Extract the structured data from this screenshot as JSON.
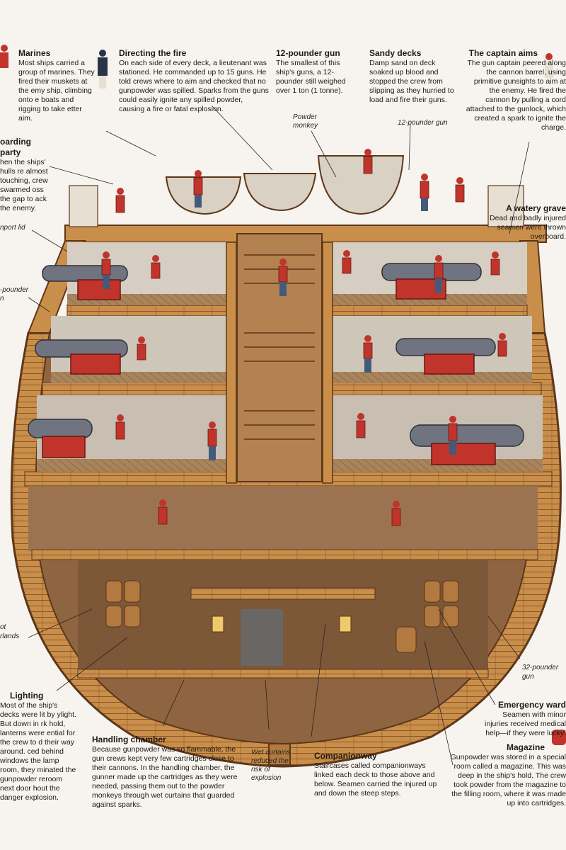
{
  "labels": {
    "marines": {
      "title": "Marines",
      "text": "Most ships carried a group of marines. They fired their muskets at the emy ship, climbing onto e boats and rigging to take etter aim."
    },
    "directing": {
      "title": "Directing the fire",
      "text": "On each side of every deck, a lieutenant was stationed. He commanded up to 15 guns. He told crews where to aim and checked that no gunpowder was spilled. Sparks from the guns could easily ignite any spilled powder, causing a fire or fatal explosion."
    },
    "twelve": {
      "title": "12-pounder gun",
      "text": "The smallest of this ship's guns, a 12-pounder still weighed over 1 ton (1 tonne)."
    },
    "sandy": {
      "title": "Sandy decks",
      "text": "Damp sand on deck soaked up blood and stopped the crew from slipping as they hurried to load and fire their guns."
    },
    "captain": {
      "title": "The captain aims",
      "text": "The gun captain peered along the cannon barrel, using primitive gunsights to aim at the enemy. He fired the cannon by pulling a cord attached to the gunlock, which created a spark to ignite the charge."
    },
    "boarding": {
      "title": "oarding party",
      "text": "hen the ships' hulls re almost touching, crew swarmed oss the gap to ack the enemy."
    },
    "watery": {
      "title": "A watery grave",
      "text": "Dead and badly injured seamen were thrown overboard."
    },
    "lighting": {
      "title": "Lighting",
      "text": "Most of the ship's decks were lit by ylight. But down in rk hold, lanterns were ential for the crew to d their way around. ced behind windows the lamp room, they minated the gunpowder reroom next door hout the danger explosion."
    },
    "handling": {
      "title": "Handling chamber",
      "text": "Because gunpowder was so flammable, the gun crews kept very few cartridges close to their cannons. In the handling chamber, the gunner made up the cartridges as they were needed, passing them out to the powder monkeys through wet curtains that guarded against sparks."
    },
    "companion": {
      "title": "Companionway",
      "text": "Staircases called companionways linked each deck to those above and below. Seamen carried the injured up and down the steep steps."
    },
    "emergency": {
      "title": "Emergency ward",
      "text": "Seamen with minor injuries received medical help—if they were lucky!"
    },
    "magazine": {
      "title": "Magazine",
      "text": "Gunpowder was stored in a special room called a magazine. This was deep in the ship's hold. The crew took powder from the magazine to the filling room, where it was made up into cartridges."
    }
  },
  "captions": {
    "powder_monkey": "Powder monkey",
    "twelve_pounder_gun": "12-pounder gun",
    "gunport_lid": "nport lid",
    "pounder_left": "-pounder",
    "pounder_left2": "n",
    "pot": "ot",
    "garlands": "rlands",
    "thirtytwo": "32-pounder",
    "thirtytwo2": "gun",
    "wet_curtains": "Wet curtains reduced the risk of explosion"
  },
  "colors": {
    "wood": "#c8914a",
    "wood_dark": "#7a4a22",
    "red": "#c0342b",
    "cannon": "#6f7480",
    "background": "#f7f3ee"
  }
}
